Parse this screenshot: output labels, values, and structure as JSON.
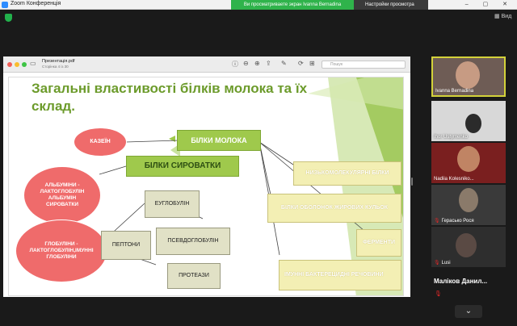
{
  "window": {
    "title": "Zoom Конференція",
    "share_banner": "Ви просматриваете экран Ivanna Bernadina",
    "view_options": "Настройки просмотра",
    "view_button": "Вид"
  },
  "pdf": {
    "filename": "Презентація.pdf",
    "pages": "Сторінка 4 із 30",
    "search_placeholder": "Пошук"
  },
  "slide": {
    "title": "Загальні властивості білків молока та їх склад.",
    "boxes": {
      "milk_proteins": "БІЛКИ МОЛОКА",
      "whey_proteins": "БІЛКИ СИРОВАТКИ",
      "casein": "КАЗЕЇН",
      "albumins": "АЛЬБУМІНИ - ЛАКТОГЛОБУЛІН АЛЬБУМІН СИРОВАТКИ",
      "globulins": "ГЛОБУЛІНИ - ЛАКТОГЛОБУЛІН,ІМУННІ ГЛОБУЛІНИ",
      "euglobulin": "ЕУГЛОБУЛІН",
      "peptones": "ПЕПТОНИ",
      "pseudoglobulin": "ПСЕВДОГЛОБУЛІН",
      "proteases": "ПРОТЕАЗИ",
      "low_molecular": "НИЗЬКОМОЛЕКУЛЯРНІ БІЛКИ",
      "fat_globule": "БІЛКИ ОБОЛОНОК ЖИРОВИХ КУЛЬОК",
      "enzymes": "ФЕРМЕНТИ",
      "immune": "ІМУННІ БАКТЕРЕЦИДНІ РЕЧОВИНИ"
    }
  },
  "participants": [
    {
      "name": "Ivanna Bernadina",
      "muted": false,
      "active": true
    },
    {
      "name": "Ihor Ustymenko",
      "muted": false,
      "active": false
    },
    {
      "name": "Nadiia Kolesnikо...",
      "muted": false,
      "active": false
    },
    {
      "name": "Герасько Рося",
      "muted": true,
      "active": false
    },
    {
      "name": "Lusi",
      "muted": true,
      "active": false
    }
  ],
  "bottom_participant": "Маліков Данил...",
  "colors": {
    "share_banner": "#2fb34b",
    "slide_green": "#9fc94c",
    "title_green": "#6c9b2b",
    "ellipse_red": "#ef6b6b",
    "active_border": "#d3d23a"
  }
}
